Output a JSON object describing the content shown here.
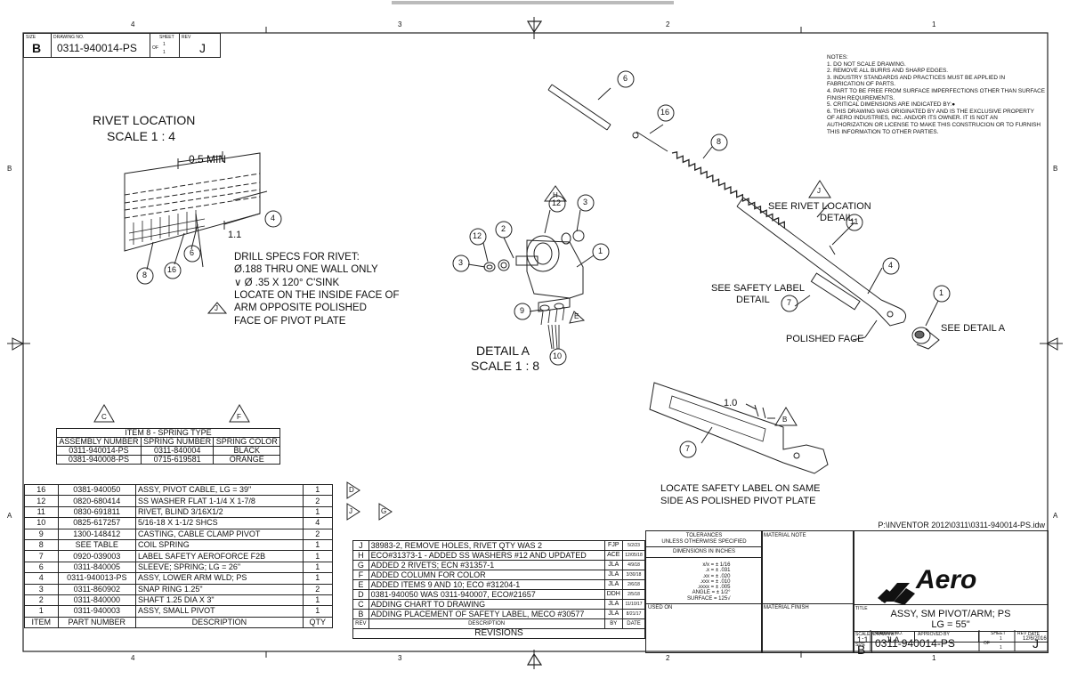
{
  "border": {
    "zones_top": [
      "4",
      "3",
      "2",
      "1"
    ],
    "zones_bottom": [
      "4",
      "3",
      "2",
      "1"
    ],
    "zones_left": [
      "B",
      "A"
    ],
    "zones_right": [
      "B",
      "A"
    ]
  },
  "title_tab": {
    "size_label": "SIZE",
    "size": "B",
    "drawing_no_label": "DRAWING NO.",
    "drawing_no": "0311-940014-PS",
    "sheet_label": "SHEET",
    "sheet_num": "1",
    "of_label": "OF",
    "sheet_total": "1",
    "rev_label": "REV",
    "rev": "J"
  },
  "notes": {
    "heading": "NOTES:",
    "lines": [
      "1. DO NOT SCALE DRAWING.",
      "2. REMOVE ALL BURRS AND SHARP EDGES.",
      "3. INDUSTRY STANDARDS AND PRACTICES MUST BE APPLIED IN",
      "FABRICATION OF PARTS.",
      "4. PART TO BE FREE FROM SURFACE IMPERFECTIONS OTHER THAN SURFACE",
      "FINISH REQUIREMENTS.",
      "5. CRITICAL DIMENSIONS ARE INDICATED BY:●",
      "6. THIS DRAWING WAS ORIGINATED BY AND IS THE EXCLUSIVE PROPERTY",
      "OF AERO INDUSTRIES, INC. AND/OR ITS OWNER.  IT IS NOT AN",
      "AUTHORIZATION OR LICENSE TO MAKE THIS CONSTRUCION OR TO FURNISH",
      "THIS INFORMATION TO OTHER PARTIES."
    ]
  },
  "rivet_view": {
    "title": "RIVET LOCATION",
    "scale": "SCALE 1 : 4",
    "dim_min": "0.5 MIN",
    "dim_1_1": "1.1",
    "drill_specs": [
      "DRILL SPECS FOR RIVET:",
      "Ø.188 THRU ONE WALL ONLY",
      "∨ Ø .35 X 120° C'SINK",
      "LOCATE ON THE INSIDE FACE OF",
      "ARM OPPOSITE POLISHED",
      "FACE OF PIVOT PLATE"
    ],
    "balloons": [
      "4",
      "6",
      "16",
      "8"
    ],
    "rev_flag": "J"
  },
  "detail_a": {
    "title": "DETAIL A",
    "scale": "SCALE 1 : 8",
    "balloons": [
      "12",
      "3",
      "1",
      "12",
      "2",
      "3",
      "9",
      "10"
    ],
    "rev_flags": [
      "H",
      "E"
    ]
  },
  "main_view": {
    "balloons": [
      "6",
      "16",
      "8",
      "11",
      "4",
      "7",
      "1"
    ],
    "see_rivet": [
      "SEE RIVET LOCATION",
      "DETAIL"
    ],
    "see_safety": [
      "SEE SAFETY LABEL",
      "DETAIL"
    ],
    "polished_face": "POLISHED FACE",
    "see_detail_a": "SEE DETAIL A",
    "rev_flag": "J"
  },
  "label_view": {
    "dim": "1.0",
    "balloon": "7",
    "rev_flag": "B",
    "note": [
      "LOCATE SAFETY LABEL ON SAME",
      "SIDE AS POLISHED PIVOT PLATE"
    ]
  },
  "spring_table": {
    "flags": [
      "C",
      "F"
    ],
    "title": "ITEM 8 - SPRING TYPE",
    "headers": [
      "ASSEMBLY NUMBER",
      "SPRING NUMBER",
      "SPRING COLOR"
    ],
    "rows": [
      [
        "0311-940014-PS",
        "0311-840004",
        "BLACK"
      ],
      [
        "0381-940008-PS",
        "0715-619581",
        "ORANGE"
      ]
    ]
  },
  "bom": {
    "headers": [
      "ITEM",
      "PART NUMBER",
      "DESCRIPTION",
      "QTY"
    ],
    "rows": [
      [
        "16",
        "0381-940050",
        "ASSY, PIVOT CABLE, LG = 39\"",
        "1"
      ],
      [
        "12",
        "0820-680414",
        "SS WASHER FLAT 1-1/4 X 1-7/8",
        "2"
      ],
      [
        "11",
        "0830-691811",
        "RIVET, BLIND 3/16X1/2",
        "1"
      ],
      [
        "10",
        "0825-617257",
        "5/16-18 X 1-1/2 SHCS",
        "4"
      ],
      [
        "9",
        "1300-148412",
        "CASTING, CABLE CLAMP PIVOT",
        "2"
      ],
      [
        "8",
        "SEE TABLE",
        "COIL SPRING",
        "1"
      ],
      [
        "7",
        "0920-039003",
        "LABEL SAFETY AEROFORCE F2B",
        "1"
      ],
      [
        "6",
        "0311-840005",
        "SLEEVE; SPRING; LG = 26\"",
        "1"
      ],
      [
        "4",
        "0311-940013-PS",
        "ASSY, LOWER ARM WLD; PS",
        "1"
      ],
      [
        "3",
        "0311-860902",
        "SNAP RING 1.25\"",
        "2"
      ],
      [
        "2",
        "0311-840000",
        "SHAFT 1.25 DIA X 3\"",
        "1"
      ],
      [
        "1",
        "0311-940003",
        "ASSY, SMALL PIVOT",
        "1"
      ]
    ],
    "side_flags": [
      "D",
      "J",
      "G"
    ]
  },
  "revisions": {
    "title": "REVISIONS",
    "col_labels": [
      "REV",
      "DESCRIPTION",
      "BY",
      "DATE"
    ],
    "rows": [
      [
        "J",
        "38983-2, REMOVE HOLES, RIVET QTY WAS 2",
        "FJP",
        "5/2/23"
      ],
      [
        "H",
        "ECO#31373-1 - ADDED SS WASHERS #12 AND UPDATED",
        "ACE",
        "12/05/18"
      ],
      [
        "G",
        "ADDED 2 RIVETS; ECN #31357-1",
        "JLA",
        "4/9/18"
      ],
      [
        "F",
        "ADDED COLUMN FOR COLOR",
        "JLA",
        "3/30/18"
      ],
      [
        "E",
        "ADDED ITEMS 9 AND 10; ECO #31204-1",
        "JLA",
        "2/6/18"
      ],
      [
        "D",
        "0381-940050 WAS 0311-940007, ECO#21657",
        "DDH",
        "2/5/18"
      ],
      [
        "C",
        "ADDING CHART TO DRAWING",
        "JLA",
        "11/10/17"
      ],
      [
        "B",
        "ADDING PLACEMENT OF SAFETY LABEL, MECO #30577",
        "JLA",
        "8/21/17"
      ]
    ]
  },
  "tolerances": {
    "title": "TOLERANCES",
    "subtitle": "UNLESS OTHERWISE SPECIFIED",
    "units": "DIMENSIONS IN INCHES",
    "lines": [
      "x/x = ± 1/16",
      ".x = ± .031",
      ".xx = ± .020",
      ".xxx = ± .010",
      ".xxxx = ± .005",
      "ANGLE = ± 1/2°",
      "SURFACE = 125√"
    ],
    "used_on": "USED ON",
    "material_note": "MATERIAL NOTE",
    "material_finish": "MATERIAL FINISH"
  },
  "title_block": {
    "file_path": "P:\\INVENTOR 2012\\0311\\0311-940014-PS.idw",
    "logo": "Aero",
    "title_label": "TITLE",
    "title_line1": "ASSY, SM PIVOT/ARM; PS",
    "title_line2": "LG = 55\"",
    "scale_label": "SCALE",
    "scale": "1:1",
    "drawn_by_label": "DRAWN BY",
    "drawn_by": "JLA",
    "approved_label": "APPROVED BY",
    "approved_by": "",
    "date_label": "DATE",
    "date": "12/6/2016",
    "size_label": "SIZE",
    "size": "B",
    "drawing_no_label": "DRAWING NO.",
    "drawing_no": "0311-940014-PS",
    "sheet_label": "SHEET",
    "sheet_num": "1",
    "of_label": "OF",
    "sheet_total": "1",
    "rev_label": "REV",
    "rev": "J"
  }
}
